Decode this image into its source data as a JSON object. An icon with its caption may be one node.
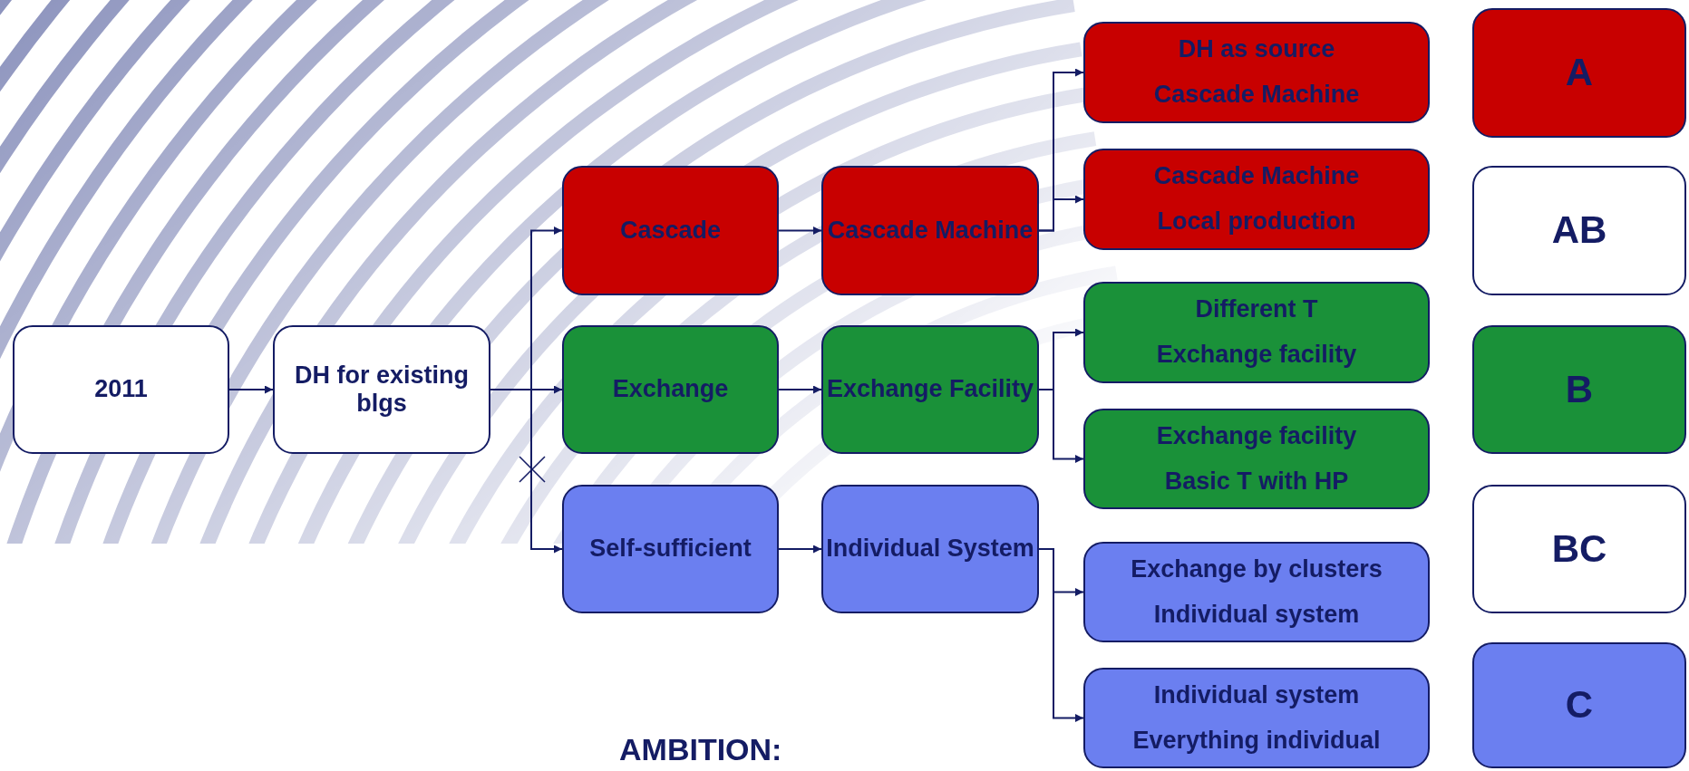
{
  "diagram": {
    "nodes": [
      {
        "text": [
          "2011"
        ]
      },
      {
        "text": [
          "DH for existing blgs"
        ]
      },
      {
        "text": [
          "Cascade"
        ]
      },
      {
        "text": [
          "Exchange"
        ]
      },
      {
        "text": [
          "Self-sufficient"
        ]
      },
      {
        "text": [
          "Cascade Machine"
        ]
      },
      {
        "text": [
          "Exchange Facility"
        ]
      },
      {
        "text": [
          "Individual System"
        ]
      },
      {
        "text": [
          "DH as source",
          "Cascade Machine"
        ]
      },
      {
        "text": [
          "Cascade Machine",
          "Local production"
        ]
      },
      {
        "text": [
          "Different T",
          "Exchange facility"
        ]
      },
      {
        "text": [
          "Exchange facility",
          "Basic T with HP"
        ]
      },
      {
        "text": [
          "Exchange by clusters",
          "Individual system"
        ]
      },
      {
        "text": [
          "Individual system",
          "Everything individual"
        ]
      },
      {
        "text": [
          "A"
        ]
      },
      {
        "text": [
          "AB"
        ]
      },
      {
        "text": [
          "B"
        ]
      },
      {
        "text": [
          "BC"
        ]
      },
      {
        "text": [
          "C"
        ]
      }
    ],
    "edges": [
      {
        "from": 0,
        "to": 1,
        "arrow": "to"
      },
      {
        "from": 1,
        "to": 2,
        "arrow": "to"
      },
      {
        "from": 1,
        "to": 3,
        "arrow": "to"
      },
      {
        "from": 1,
        "to": 4,
        "arrow": "to"
      },
      {
        "from": 2,
        "to": 5,
        "arrow": "to"
      },
      {
        "from": 3,
        "to": 6,
        "arrow": "to"
      },
      {
        "from": 4,
        "to": 7,
        "arrow": "to"
      },
      {
        "from": 5,
        "to": 8,
        "arrow": "to"
      },
      {
        "from": 5,
        "to": 9,
        "arrow": "to"
      },
      {
        "from": 6,
        "to": 10,
        "arrow": "to"
      },
      {
        "from": 6,
        "to": 11,
        "arrow": "to"
      },
      {
        "from": 7,
        "to": 12,
        "arrow": "to"
      },
      {
        "from": 7,
        "to": 13,
        "arrow": "to"
      }
    ],
    "labels": [
      "AMBITION:"
    ]
  }
}
